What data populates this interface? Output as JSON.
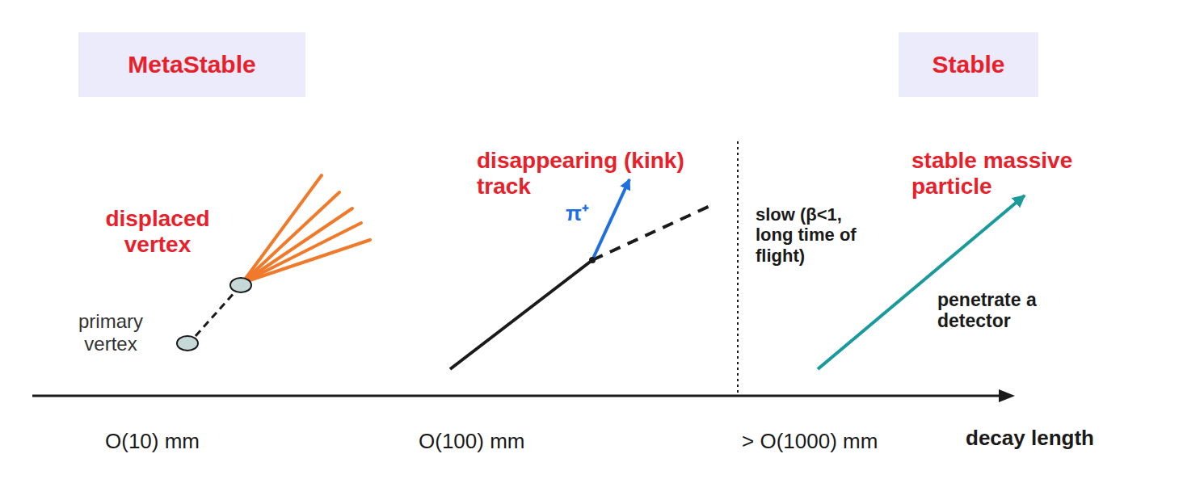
{
  "diagram": {
    "nodes": [
      {
        "text": [
          "MetaStable"
        ]
      },
      {
        "text": [
          "Stable"
        ]
      }
    ],
    "labels": [
      "displaced vertex",
      "primary vertex",
      "disappearing (kink) track",
      "π⁺",
      "stable massive particle",
      "slow (β<1, long time of flight)",
      "penetrate a detector",
      "O(10) mm",
      "O(100) mm",
      "> O(1000) mm",
      "decay length"
    ]
  }
}
